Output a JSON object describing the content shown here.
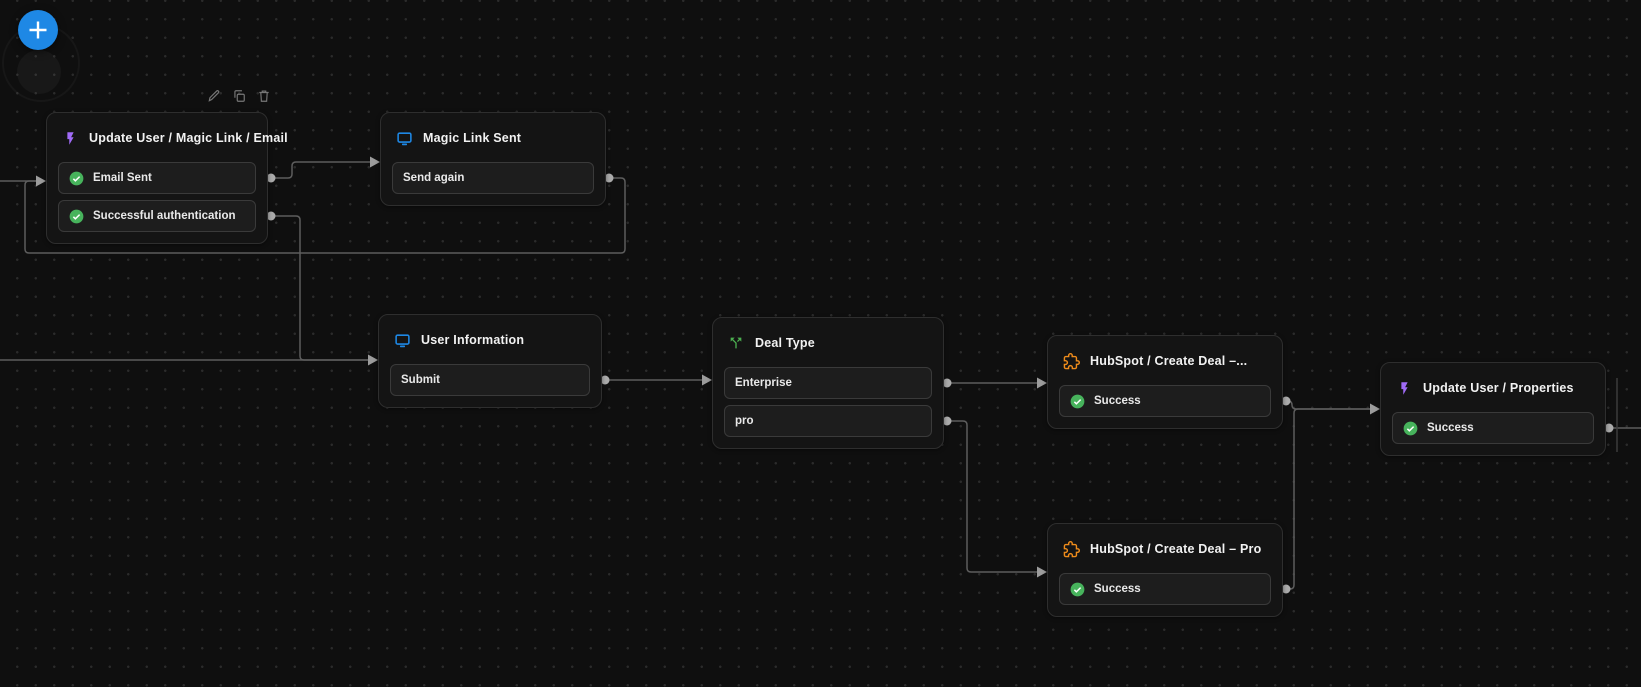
{
  "app": {
    "type": "workflow-editor-canvas"
  },
  "fab": {
    "icon": "plus-icon",
    "color": "#1e88e5"
  },
  "toolbar": {
    "icons": [
      "edit-icon",
      "duplicate-icon",
      "delete-icon"
    ]
  },
  "colors": {
    "background": "#0f0f0f",
    "grid_dot": "#2b2b2b",
    "node_background": "#141414",
    "node_border": "#2e2e2e",
    "item_background": "#1d1d1d",
    "edge_gray": "#5d5d5d",
    "accent_blue": "#1e88e5",
    "icon_purple": "#a06bf7",
    "icon_blue": "#1e88e5",
    "icon_green": "#4caf50",
    "icon_orange": "#ef8c1b",
    "status_green": "#47b35c"
  },
  "nodes": [
    {
      "id": "update-user-magic-link-email",
      "title": "Update User / Magic Link / Email",
      "icon": "lightning-icon",
      "items": [
        {
          "label": "Email Sent",
          "status_icon": "check-circle-icon"
        },
        {
          "label": "Successful authentication",
          "status_icon": "check-circle-icon"
        }
      ]
    },
    {
      "id": "magic-link-sent",
      "title": "Magic Link Sent",
      "icon": "screen-icon",
      "items": [
        {
          "label": "Send again"
        }
      ]
    },
    {
      "id": "user-information",
      "title": "User Information",
      "icon": "screen-icon",
      "items": [
        {
          "label": "Submit"
        }
      ]
    },
    {
      "id": "deal-type",
      "title": "Deal Type",
      "icon": "split-icon",
      "items": [
        {
          "label": "Enterprise"
        },
        {
          "label": "pro"
        }
      ]
    },
    {
      "id": "hubspot-create-deal-enterprise",
      "title": "HubSpot / Create Deal –...",
      "icon": "puzzle-icon",
      "items": [
        {
          "label": "Success",
          "status_icon": "check-circle-icon"
        }
      ]
    },
    {
      "id": "hubspot-create-deal-pro",
      "title": "HubSpot / Create Deal – Pro",
      "icon": "puzzle-icon",
      "items": [
        {
          "label": "Success",
          "status_icon": "check-circle-icon"
        }
      ]
    },
    {
      "id": "update-user-properties",
      "title": "Update User / Properties",
      "icon": "lightning-icon",
      "items": [
        {
          "label": "Success",
          "status_icon": "check-circle-icon"
        }
      ]
    }
  ],
  "edges": [
    {
      "from": "offscreen-left",
      "to": "update-user-magic-link-email"
    },
    {
      "from": "magic-link-sent.send-again",
      "to": "update-user-magic-link-email"
    },
    {
      "from": "update-user-magic-link-email.email-sent",
      "to": "magic-link-sent"
    },
    {
      "from": "update-user-magic-link-email.successful-authentication",
      "to": "user-information"
    },
    {
      "from": "offscreen-left",
      "to": "user-information"
    },
    {
      "from": "user-information.submit",
      "to": "deal-type"
    },
    {
      "from": "deal-type.enterprise",
      "to": "hubspot-create-deal-enterprise"
    },
    {
      "from": "deal-type.pro",
      "to": "hubspot-create-deal-pro"
    },
    {
      "from": "hubspot-create-deal-enterprise.success",
      "to": "update-user-properties"
    },
    {
      "from": "hubspot-create-deal-pro.success",
      "to": "update-user-properties"
    },
    {
      "from": "update-user-properties.success",
      "to": "offscreen-right"
    }
  ]
}
